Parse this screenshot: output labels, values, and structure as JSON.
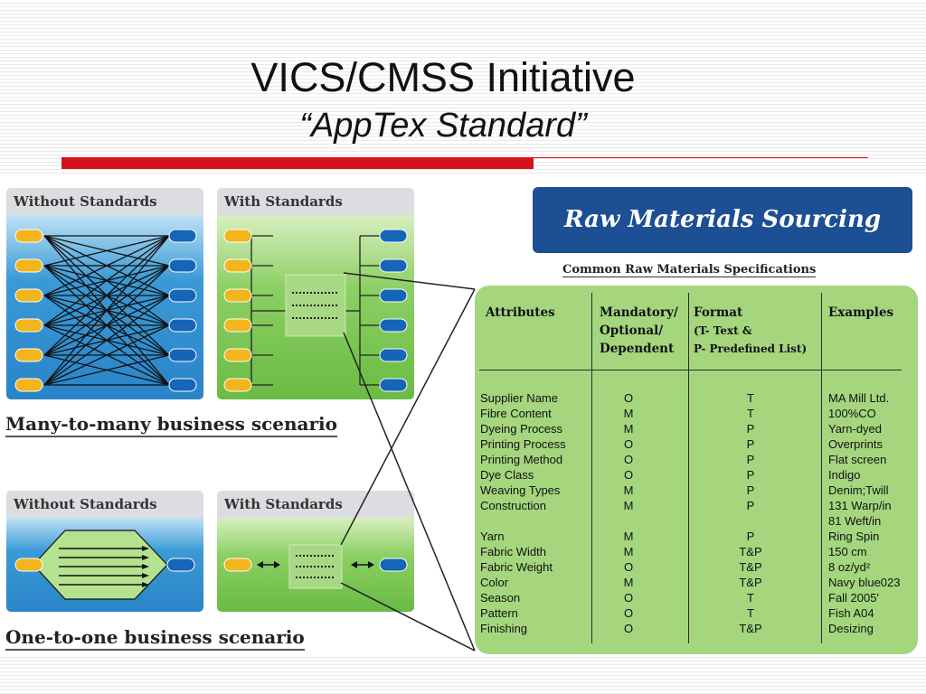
{
  "title": "VICS/CMSS Initiative",
  "subtitle": "“AppTex Standard”",
  "panels": {
    "without_label": "Without Standards",
    "with_label": "With Standards",
    "many_caption": "Many-to-many business scenario",
    "one_caption": "One-to-one business scenario"
  },
  "banner": "Raw Materials Sourcing",
  "table_title": "Common Raw Materials Specifications",
  "table": {
    "headers": [
      "Attributes",
      "Mandatory/\nOptional/\nDependent",
      "Format",
      "Examples"
    ],
    "format_sub": "(T- Text &\nP- Predefined List)",
    "rows": [
      [
        "Supplier Name",
        "O",
        "T",
        "MA Mill Ltd."
      ],
      [
        "Fibre Content",
        "M",
        "T",
        "100%CO"
      ],
      [
        "Dyeing Process",
        "M",
        "P",
        "Yarn-dyed"
      ],
      [
        "Printing Process",
        "O",
        "P",
        "Overprints"
      ],
      [
        "Printing Method",
        "O",
        "P",
        "Flat screen"
      ],
      [
        "Dye Class",
        "O",
        "P",
        "Indigo"
      ],
      [
        "Weaving Types",
        "M",
        "P",
        "Denim;Twill"
      ],
      [
        "Construction",
        "M",
        "P",
        "131 Warp/in"
      ],
      [
        "",
        "",
        "",
        "81 Weft/in"
      ],
      [
        "Yarn",
        "M",
        "P",
        "Ring Spin"
      ],
      [
        "Fabric Width",
        "M",
        "T&P",
        "150 cm"
      ],
      [
        "Fabric Weight",
        "O",
        "T&P",
        "8 oz/yd²"
      ],
      [
        "Color",
        "M",
        "T&P",
        "Navy blue023"
      ],
      [
        "Season",
        "O",
        "T",
        "Fall 2005'"
      ],
      [
        "Pattern",
        "O",
        "T",
        "Fish A04"
      ],
      [
        "Finishing",
        "O",
        "T&P",
        "Desizing"
      ]
    ]
  },
  "colors": {
    "accent_red": "#d5121b",
    "banner_blue": "#1c4f93",
    "table_green": "#a5d67e",
    "node_yellow": "#f3b51c",
    "node_blue": "#1565b8"
  }
}
